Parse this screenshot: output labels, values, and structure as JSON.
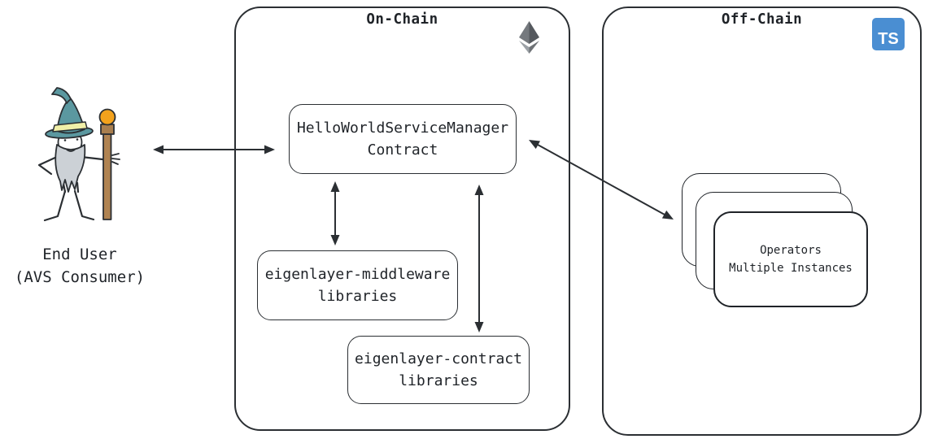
{
  "end_user": {
    "line1": "End User",
    "line2": "(AVS Consumer)"
  },
  "on_chain": {
    "title": "On-Chain",
    "service_manager": {
      "line1": "HelloWorldServiceManager",
      "line2": "Contract"
    },
    "middleware": {
      "line1": "eigenlayer-middleware",
      "line2": "libraries"
    },
    "contract_libs": {
      "line1": "eigenlayer-contract",
      "line2": "libraries"
    }
  },
  "off_chain": {
    "title": "Off-Chain",
    "ts_badge": "TS",
    "operators": {
      "line1": "Operators",
      "line2": "Multiple Instances"
    }
  },
  "icons": {
    "on_chain_logo": "ethereum-icon",
    "off_chain_logo": "typescript-icon"
  },
  "colors": {
    "stroke": "#2b2f33",
    "text": "#1f2328",
    "ts_blue": "#4a8ed2",
    "hat_teal": "#5b98a0",
    "hat_band_yellow": "#f1f0a8",
    "beard_gray": "#ccd1d6",
    "staff_brown": "#b08352",
    "orb_orange": "#f3a21c",
    "eth_gray_dark": "#55595e",
    "eth_gray_light": "#9ba0a5"
  }
}
